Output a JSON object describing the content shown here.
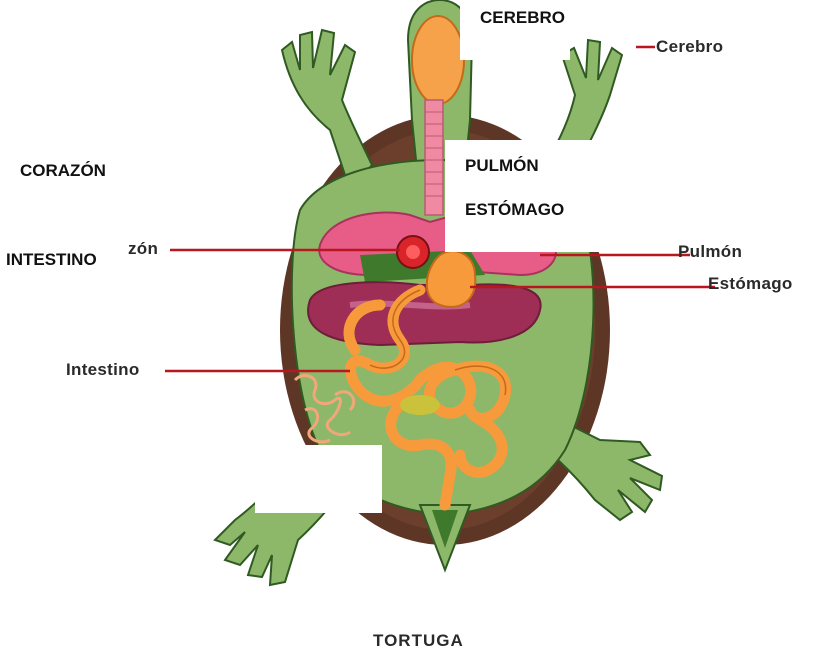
{
  "diagram": {
    "title": "TORTUGA",
    "image_labels": {
      "cerebro": "Cerebro",
      "corazon_fragment": "zón",
      "pulmon": "Pulmón",
      "estomago": "Estómago",
      "intestino": "Intestino"
    },
    "overlay_labels": {
      "cerebro": "CEREBRO",
      "corazon": "CORAZÓN",
      "pulmon": "PULMÓN",
      "estomago": "ESTÓMAGO",
      "intestino": "INTESTINO"
    },
    "colors": {
      "shell": "#5e3626",
      "body": "#8db86a",
      "limb_shadow": "#3f7a2c",
      "brain": "#f6a24a",
      "trachea": "#f08aa2",
      "lung": "#e85d88",
      "heart": "#d9242a",
      "liver": "#9e2e55",
      "intestine": "#f79a3c",
      "pointer_line": "#b8171f"
    }
  }
}
